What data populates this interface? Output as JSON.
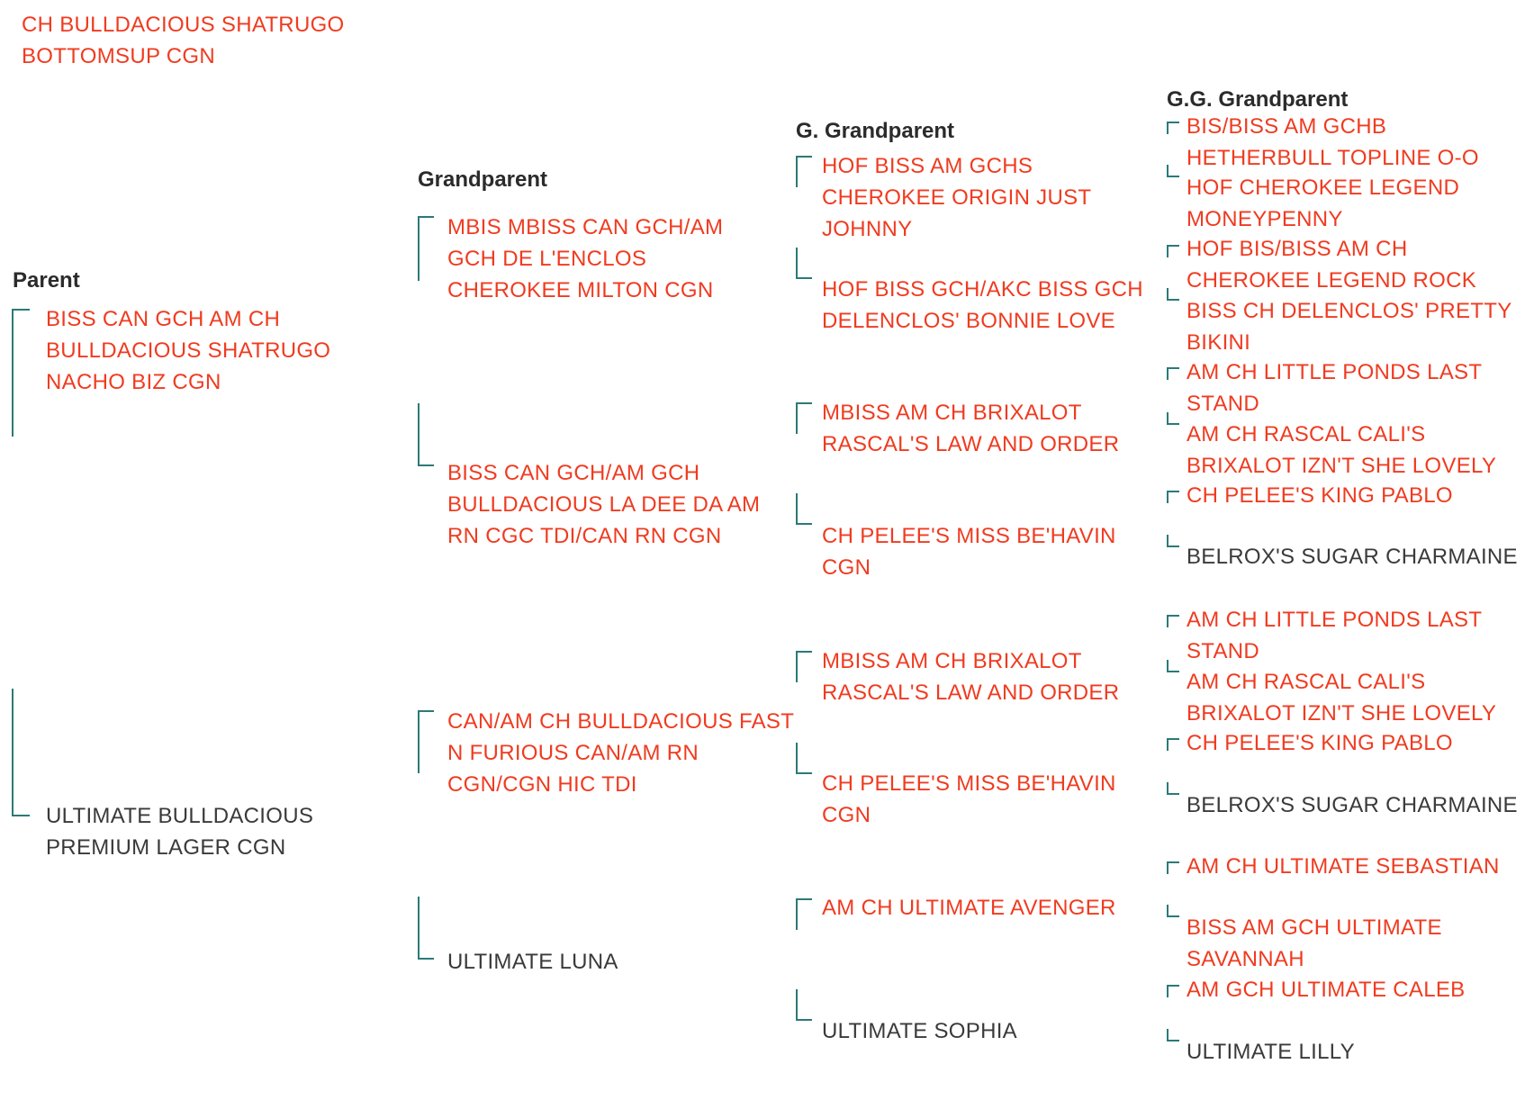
{
  "subject": {
    "name": "CH BULLDACIOUS SHATRUGO BOTTOMSUP CGN",
    "color": "#f03b20"
  },
  "headers": {
    "parent": "Parent",
    "grandparent": "Grandparent",
    "g_grandparent": "G. Grandparent",
    "gg_grandparent": "G.G. Grandparent"
  },
  "colors": {
    "titled": "#f03b20",
    "untitled": "#3a3a3a",
    "connector": "#2a7a78"
  },
  "parents": [
    {
      "name": "BISS CAN GCH AM CH BULLDACIOUS SHATRUGO NACHO BIZ CGN",
      "titled": true
    },
    {
      "name": "ULTIMATE BULLDACIOUS PREMIUM LAGER CGN",
      "titled": false
    }
  ],
  "grandparents": [
    {
      "name": "MBIS MBISS CAN GCH/AM GCH DE L'ENCLOS CHEROKEE MILTON CGN",
      "titled": true
    },
    {
      "name": "BISS CAN GCH/AM GCH BULLDACIOUS LA DEE DA AM RN CGC TDI/CAN RN CGN",
      "titled": true
    },
    {
      "name": "CAN/AM CH BULLDACIOUS FAST N FURIOUS CAN/AM RN CGN/CGN HIC TDI",
      "titled": true
    },
    {
      "name": "ULTIMATE LUNA",
      "titled": false
    }
  ],
  "g_grandparents": [
    {
      "name": "HOF BISS AM GCHS CHEROKEE ORIGIN JUST JOHNNY",
      "titled": true
    },
    {
      "name": "HOF BISS GCH/AKC BISS GCH DELENCLOS' BONNIE LOVE",
      "titled": true
    },
    {
      "name": "MBISS AM CH BRIXALOT RASCAL'S LAW AND ORDER",
      "titled": true
    },
    {
      "name": "CH PELEE'S MISS BE'HAVIN CGN",
      "titled": true
    },
    {
      "name": "MBISS AM CH BRIXALOT RASCAL'S LAW AND ORDER",
      "titled": true
    },
    {
      "name": "CH PELEE'S MISS BE'HAVIN CGN",
      "titled": true
    },
    {
      "name": "AM CH ULTIMATE AVENGER",
      "titled": true
    },
    {
      "name": "ULTIMATE SOPHIA",
      "titled": false
    }
  ],
  "gg_grandparents": [
    {
      "name": "BIS/BISS AM GCHB HETHERBULL TOPLINE O-O",
      "titled": true
    },
    {
      "name": "HOF CHEROKEE LEGEND MONEYPENNY",
      "titled": true
    },
    {
      "name": "HOF BIS/BISS AM CH CHEROKEE LEGEND ROCK",
      "titled": true
    },
    {
      "name": "BISS CH DELENCLOS' PRETTY BIKINI",
      "titled": true
    },
    {
      "name": "AM CH LITTLE PONDS LAST STAND",
      "titled": true
    },
    {
      "name": "AM CH RASCAL CALI'S BRIXALOT IZN'T SHE LOVELY",
      "titled": true
    },
    {
      "name": "CH PELEE'S KING PABLO",
      "titled": true
    },
    {
      "name": "BELROX'S SUGAR CHARMAINE",
      "titled": false
    },
    {
      "name": "AM CH LITTLE PONDS LAST STAND",
      "titled": true
    },
    {
      "name": "AM CH RASCAL CALI'S BRIXALOT IZN'T SHE LOVELY",
      "titled": true
    },
    {
      "name": "CH PELEE'S KING PABLO",
      "titled": true
    },
    {
      "name": "BELROX'S SUGAR CHARMAINE",
      "titled": false
    },
    {
      "name": "AM CH ULTIMATE SEBASTIAN",
      "titled": true
    },
    {
      "name": "BISS AM GCH ULTIMATE SAVANNAH",
      "titled": true
    },
    {
      "name": "AM GCH ULTIMATE CALEB",
      "titled": true
    },
    {
      "name": "ULTIMATE LILLY",
      "titled": false
    }
  ]
}
